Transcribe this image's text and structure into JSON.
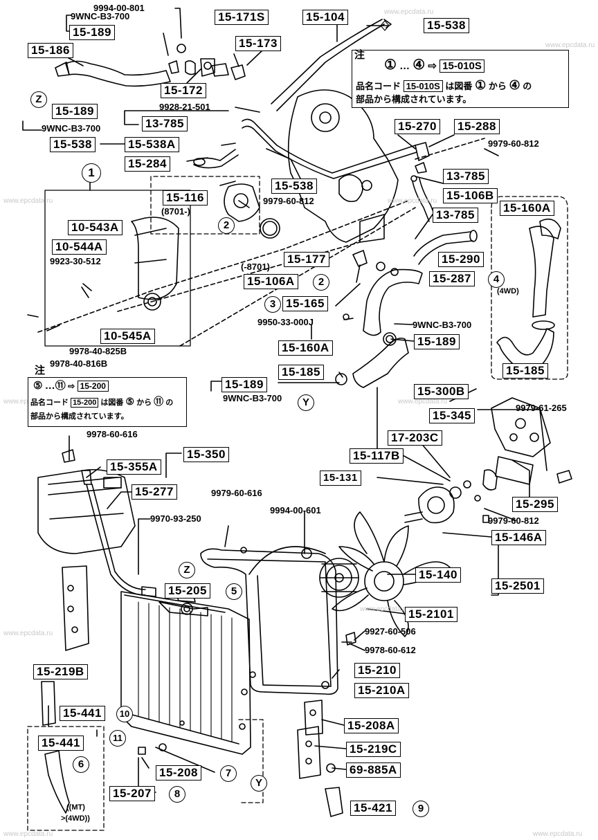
{
  "watermark": "www.epcdata.ru",
  "labels": {
    "l1": "9994-00-801",
    "l2": "9WNC-B3-700",
    "l3": "15-189",
    "l4": "15-171S",
    "l5": "15-173",
    "l6": "15-104",
    "l7": "15-538",
    "l8": "15-186",
    "l9": "15-172",
    "l10": "Z",
    "l11": "15-189",
    "l12": "9WNC-B3-700",
    "l13": "9928-21-501",
    "l14": "13-785",
    "l15": "15-538",
    "l16": "15-538A",
    "l17": "15-284",
    "l18": "15-538",
    "l19": "15-270",
    "l20": "15-288",
    "l21": "9979-60-812",
    "l22": "13-785",
    "l23": "15-106B",
    "l24": "13-785",
    "l25": "15-116",
    "l26": "(8701-)",
    "l27": "9979-60-812",
    "l28": "10-543A",
    "l29": "10-544A",
    "l30": "9923-30-512",
    "l31": "(-8701)",
    "l32": "15-177",
    "l33": "15-106A",
    "l34": "15-290",
    "l35": "15-287",
    "l36": "15-160A",
    "l37": "(4WD)",
    "l38": "15-165",
    "l39": "9950-33-000J",
    "l40": "9WNC-B3-700",
    "l41": "15-189",
    "l42": "10-545A",
    "l43": "9978-40-825B",
    "l44": "9978-40-816B",
    "l45": "15-160A",
    "l46": "15-185",
    "l47": "15-189",
    "l48": "9WNC-B3-700",
    "l49": "15-185",
    "l50": "15-300B",
    "l51": "9979-61-265",
    "l52": "15-345",
    "l53": "9978-60-616",
    "l54": "17-203C",
    "l55": "15-117B",
    "l56": "15-350",
    "l57": "15-355A",
    "l58": "15-131",
    "l59": "15-277",
    "l60": "9979-60-616",
    "l61": "15-295",
    "l62": "9970-93-250",
    "l63": "9994-00-601",
    "l64": "9979-60-812",
    "l65": "15-146A",
    "l66": "15-140",
    "l67": "15-2501",
    "l68": "Z",
    "l69": "15-205",
    "l70": "15-2101",
    "l71": "9927-60-506",
    "l72": "9978-60-612",
    "l73": "15-219B",
    "l74": "15-210",
    "l75": "15-210A",
    "l76": "15-441",
    "l77": "15-208A",
    "l78": "15-441",
    "l79": "15-219C",
    "l80": "15-208",
    "l81": "69-885A",
    "l82": "15-207",
    "l83": "Y",
    "l84": "15-421",
    "l85": "((MT)",
    "l86": ">(4WD))",
    "l87": "Y"
  },
  "circles": [
    "1",
    "2",
    "2",
    "3",
    "4",
    "5",
    "6",
    "7",
    "8",
    "9",
    "10",
    "11"
  ],
  "note1": {
    "head": "注",
    "line1a": "①",
    "line1b": "…",
    "line1c": "④",
    "line1d": "⇨",
    "line1e": "15-010S",
    "line2a": "品名コード",
    "line2b": "15-010S",
    "line2c": "は図番",
    "line2d": "①",
    "line2e": "から",
    "line2f": "④",
    "line2g": "の",
    "line3": "部品から構成されています。"
  },
  "note2": {
    "head": "注",
    "line1a": "⑤",
    "line1b": "…⑪",
    "line1c": "⇨",
    "line1d": "15-200",
    "line2a": "品名コード",
    "line2b": "15-200",
    "line2c": "は図番",
    "line2d": "⑤",
    "line2e": "から",
    "line2f": "⑪",
    "line2g": "の",
    "line3": "部品から構成されています。"
  },
  "colors": {
    "ink": "#000000",
    "paper": "#ffffff",
    "watermark": "#c8c8c8"
  }
}
